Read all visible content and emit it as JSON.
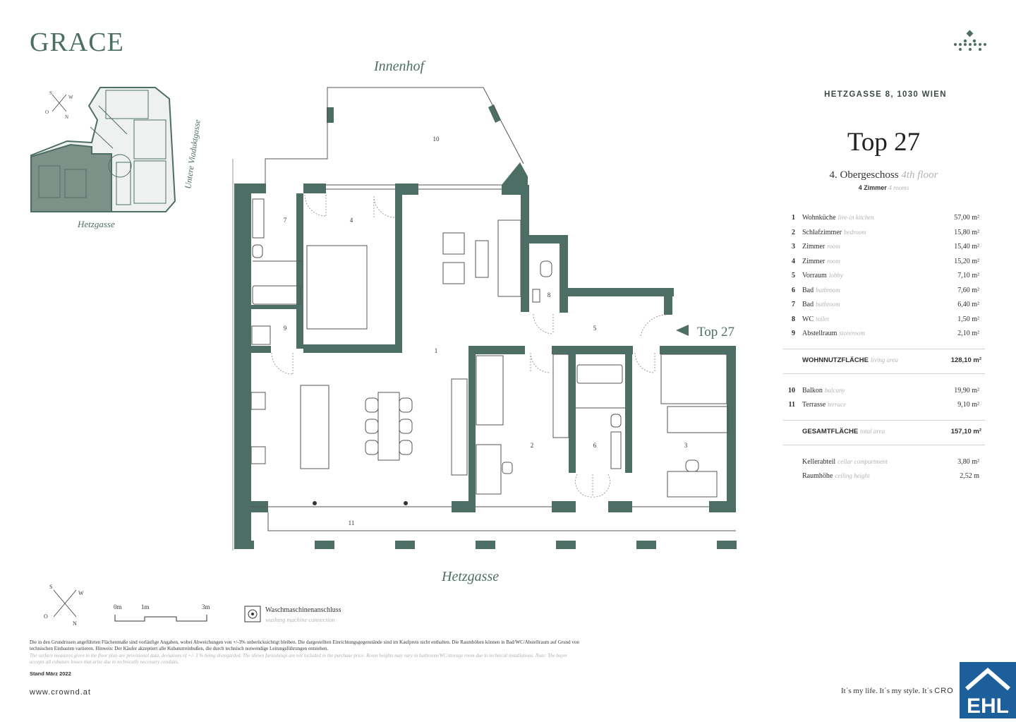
{
  "brand": {
    "logo": "GRACE"
  },
  "header": {
    "address": "HETZGASSE 8, 1030 WIEN",
    "crown_icon": "crown-icon"
  },
  "unit": {
    "title": "Top 27",
    "floor": "4. Obergeschoss",
    "floor_en": "4th floor",
    "rooms": "4 Zimmer",
    "rooms_en": "4 rooms"
  },
  "rooms_list": [
    {
      "n": "1",
      "de": "Wohnküche",
      "en": "live-in kitchen",
      "area": "57,00 m²"
    },
    {
      "n": "2",
      "de": "Schlafzimmer",
      "en": "bedroom",
      "area": "15,80 m²"
    },
    {
      "n": "3",
      "de": "Zimmer",
      "en": "room",
      "area": "15,40 m²"
    },
    {
      "n": "4",
      "de": "Zimmer",
      "en": "room",
      "area": "15,20 m²"
    },
    {
      "n": "5",
      "de": "Vorraum",
      "en": "lobby",
      "area": "7,10 m²"
    },
    {
      "n": "6",
      "de": "Bad",
      "en": "bathroom",
      "area": "7,60 m²"
    },
    {
      "n": "7",
      "de": "Bad",
      "en": "bathroom",
      "area": "6,40 m²"
    },
    {
      "n": "8",
      "de": "WC",
      "en": "toilet",
      "area": "1,50 m²"
    },
    {
      "n": "9",
      "de": "Abstellraum",
      "en": "storeroom",
      "area": "2,10 m²"
    }
  ],
  "living_area": {
    "de": "WOHNNUTZFLÄCHE",
    "en": "living area",
    "area": "128,10 m²"
  },
  "outdoor_list": [
    {
      "n": "10",
      "de": "Balkon",
      "en": "balcony",
      "area": "19,90 m²"
    },
    {
      "n": "11",
      "de": "Terrasse",
      "en": "terrace",
      "area": "9,10 m²"
    }
  ],
  "total_area": {
    "de": "GESAMTFLÄCHE",
    "en": "total area",
    "area": "157,10 m²"
  },
  "extras": [
    {
      "de": "Kellerabteil",
      "en": "cellar compartment",
      "area": "3,80 m²"
    },
    {
      "de": "Raumhöhe",
      "en": "ceiling height",
      "area": "2,52 m"
    }
  ],
  "plan": {
    "courtyard": "Innenhof",
    "street": "Hetzgasse",
    "unit_marker": "Top 27",
    "room_numbers": [
      "10",
      "7",
      "4",
      "8",
      "9",
      "5",
      "1",
      "2",
      "6",
      "3",
      "11"
    ]
  },
  "key_plan": {
    "street_bottom": "Hetzgasse",
    "street_right": "Untere Viaduktgasse",
    "compass": [
      "S",
      "W",
      "O",
      "N"
    ]
  },
  "compass": [
    "S",
    "W",
    "O",
    "N"
  ],
  "scale": {
    "labels": [
      "0m",
      "1m",
      "3m"
    ]
  },
  "legend": {
    "label": "Waschmaschinenanschluss",
    "label_en": "washing machine connection"
  },
  "disclaimer": {
    "de": "Die in den Grundrissen angeführten Flächenmaße sind vorläufige Angaben, wobei Abweichungen von +/-3% unberücksichtigt bleiben. Die dargestellten Einrichtungsgegenstände sind im Kaufpreis nicht enthalten. Die Raumhöhen können in Bad/WC/Abstellraum auf Grund von technischen Einbauten variieren. Hinweis: Der Käufer akzeptiert alle Kubaturreinbußen, die durch technisch notwendige Leitungsführungen entstehen.",
    "en": "The surface measures given in the floor plan are provisional data, deviations of +/- 3 % being disregarded. The shown furnishings are not included in the purchase price. Room heights may vary in bathroom/WC/storage room due to technical installations. Note: The buyer accepts all cubature losses that arise due to technically necessary conduits.",
    "stand": "Stand März 2022"
  },
  "footer": {
    "website": "www.crownd.at",
    "slogan": "It´s my life. It´s my style. It´s",
    "slogan_brand": "CRO",
    "ehl_logo": "EHL"
  },
  "colors": {
    "wall": "#4d6e64",
    "accent": "#4d6e64",
    "ehl": "#1d5f9a"
  }
}
